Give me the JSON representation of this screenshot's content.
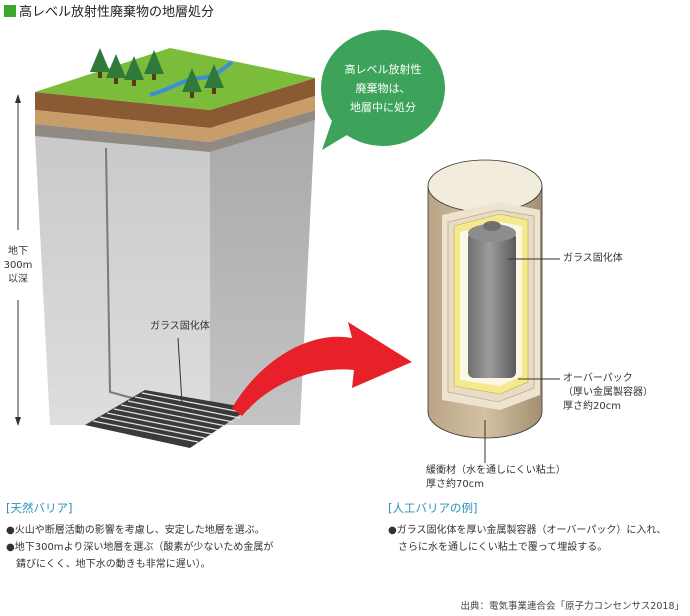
{
  "title": "高レベル放射性廃棄物の地層処分",
  "depth_label": [
    "地下",
    "300m",
    "以深"
  ],
  "bubble_lines": [
    "高レベル放射性",
    "廃棄物は、",
    "地層中に処分"
  ],
  "left_glass_label": "ガラス固化体",
  "right_labels": {
    "glass": "ガラス固化体",
    "overpack": [
      "オーバーパック",
      "（厚い金属製容器）",
      "厚さ約20cm"
    ],
    "buffer": [
      "緩衝材（水を通しにくい粘土）",
      "厚さ約70cm"
    ]
  },
  "natural_barrier": {
    "title": "[天然バリア]",
    "bullets": [
      [
        "●火山や断層活動の影響を考慮し、安定した地層を選ぶ。"
      ],
      [
        "●地下300mより深い地層を選ぶ（酸素が少ないため金属が",
        "錆びにくく、地下水の動きも非常に遅い）。"
      ]
    ]
  },
  "artificial_barrier": {
    "title": "[人工バリアの例]",
    "bullets": [
      [
        "●ガラス固化体を厚い金属製容器（オーバーパック）に入れ、",
        "さらに水を通しにくい粘土で覆って埋設する。"
      ]
    ]
  },
  "source": "出典：電気事業連合会「原子力コンセンサス2018」",
  "colors": {
    "accent_green": "#3da82f",
    "bubble_green": "#3ea35a",
    "arrow_red": "#e8202a",
    "title_blue": "#2c8fb8"
  }
}
